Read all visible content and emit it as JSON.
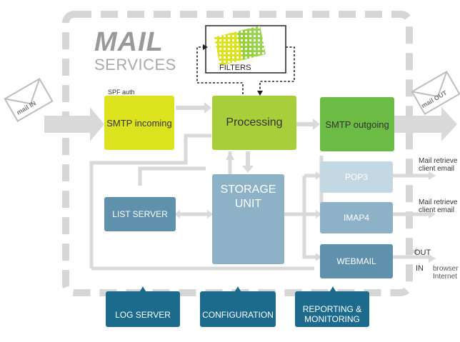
{
  "title": {
    "main": "MAIL",
    "sub": "SERVICES"
  },
  "filters": {
    "label": "FILTERS"
  },
  "envelopes": {
    "in_label": "mail IN",
    "out_label": "mail OUT"
  },
  "spf_label": "SPF auth",
  "nodes": {
    "smtp_incoming": "SMTP incoming",
    "processing": "Processing",
    "smtp_outgoing": "SMTP outgoing",
    "storage_line1": "STORAGE",
    "storage_line2": "UNIT",
    "list_server": "LIST SERVER",
    "pop3": "POP3",
    "imap4": "IMAP4",
    "webmail": "WEBMAIL",
    "log_server": "LOG SERVER",
    "configuration": "CONFIGURATION",
    "reporting_line1": "REPORTING &",
    "reporting_line2": "MONITORING"
  },
  "side_labels": {
    "pop3_line1": "Mail  retrieve",
    "pop3_line2": "client email",
    "imap_line1": "Mail  retrieve",
    "imap_line2": "client email",
    "out": "OUT",
    "in": "IN",
    "browser_line1": "browser",
    "browser_line2": "Internet"
  },
  "colors": {
    "frame": "#d6d6d6",
    "arrow": "#d9d9d9",
    "yellow": "#dde21f",
    "lime": "#a8cf3a",
    "green": "#6cbb45",
    "blue_dark": "#5f91ad",
    "blue_mid": "#8db1c6",
    "blue_light": "#c4d8e4",
    "teal": "#1c6a8c",
    "title_grey": "#999999"
  }
}
